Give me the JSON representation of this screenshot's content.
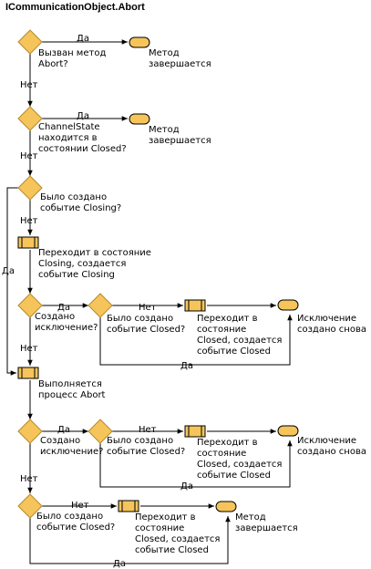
{
  "title": "ICommunicationObject.Abort",
  "colors": {
    "shape_fill": "#f5c45a",
    "shape_stroke": "#000000"
  },
  "nodes": {
    "d1": [
      "Вызван метод",
      "Abort?"
    ],
    "t1": [
      "Метод",
      "завершается"
    ],
    "d2": [
      "ChannelState",
      "находится в",
      "состоянии Closed?"
    ],
    "t2": [
      "Метод",
      "завершается"
    ],
    "d3": [
      "Было создано",
      "событие Closing?"
    ],
    "p1": [
      "Переходит в состояние",
      "Closing, создается",
      "событие Closing"
    ],
    "d4": [
      "Создано",
      "исключение?"
    ],
    "d5": [
      "Было создано",
      "событие Closed?"
    ],
    "p2": [
      "Переходит в",
      "состояние",
      "Closed, создается",
      "событие Closed"
    ],
    "t3": [
      "Исключение",
      "создано снова"
    ],
    "p3": [
      "Выполняется",
      "процесс Abort"
    ],
    "d6": [
      "Создано",
      "исключение?"
    ],
    "d7": [
      "Было создано",
      "событие Closed?"
    ],
    "p4": [
      "Переходит в",
      "состояние",
      "Closed, создается",
      "событие Closed"
    ],
    "t4": [
      "Исключение",
      "создано снова"
    ],
    "d8": [
      "Было создано",
      "событие Closed?"
    ],
    "p5": [
      "Переходит в",
      "состояние",
      "Closed, создается",
      "событие Closed"
    ],
    "t5": [
      "Метод",
      "завершается"
    ]
  },
  "edge_labels": {
    "yes": "Да",
    "no": "Нет"
  }
}
